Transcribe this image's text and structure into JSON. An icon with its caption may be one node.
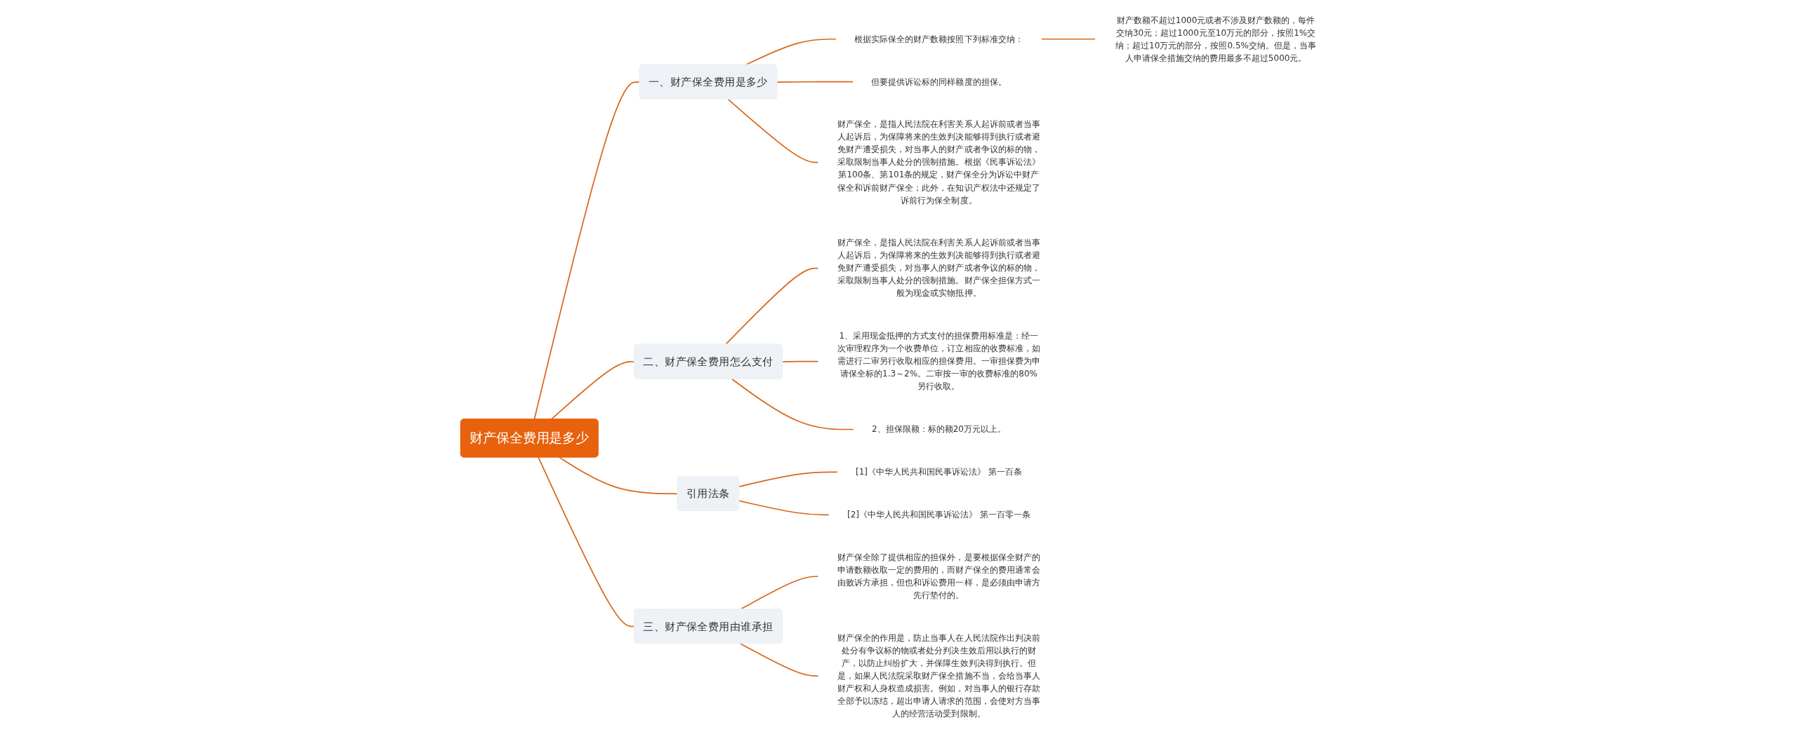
{
  "diagram": {
    "nodes": [
      {
        "text": [
          "财产保全费用是多少"
        ]
      },
      {
        "text": [
          "一、财产保全费用是多少"
        ]
      },
      {
        "text": [
          "根据实际保全的财产数额按照下列标准交纳："
        ]
      },
      {
        "text": [
          "财产数额不超过1000元或者不涉及财产数额的，每件交纳30元；超过1000元至10万元的部分，按照1%交纳；超过10万元的部分，按照0.5%交纳。但是，当事人申请保全措施交纳的费用最多不超过5000元。"
        ]
      },
      {
        "text": [
          "但要提供诉讼标的同样额度的担保。"
        ]
      },
      {
        "text": [
          "财产保全，是指人民法院在利害关系人起诉前或者当事人起诉后，为保障将来的生效判决能够得到执行或者避免财产遭受损失，对当事人的财产或者争议的标的物，采取限制当事人处分的强制措施。根据《民事诉讼法》第100条、第101条的规定，财产保全分为诉讼中财产保全和诉前财产保全；此外，在知识产权法中还规定了诉前行为保全制度。"
        ]
      },
      {
        "text": [
          "二、财产保全费用怎么支付"
        ]
      },
      {
        "text": [
          "财产保全，是指人民法院在利害关系人起诉前或者当事人起诉后，为保障将来的生效判决能够得到执行或者避免财产遭受损失，对当事人的财产或者争议的标的物，采取限制当事人处分的强制措施。财产保全担保方式一般为现金或实物抵押。"
        ]
      },
      {
        "text": [
          "1、采用现金抵押的方式支付的担保费用标准是：经一次审理程序为一个收费单位，订立相应的收费标准，如需进行二审另行收取相应的担保费用。一审担保费为申请保全标的1.3～2%。二审按一审的收费标准的80%另行收取。"
        ]
      },
      {
        "text": [
          "2、担保限额：标的额20万元以上。"
        ]
      },
      {
        "text": [
          "引用法条"
        ]
      },
      {
        "text": [
          "[1]《中华人民共和国民事诉讼法》 第一百条"
        ]
      },
      {
        "text": [
          "[2]《中华人民共和国民事诉讼法》 第一百零一条"
        ]
      },
      {
        "text": [
          "三、财产保全费用由谁承担"
        ]
      },
      {
        "text": [
          "财产保全除了提供相应的担保外，是要根据保全财产的申请数额收取一定的费用的，而财产保全的费用通常会由败诉方承担，但也和诉讼费用一样，是必须由申请方先行垫付的。"
        ]
      },
      {
        "text": [
          "财产保全的作用是，防止当事人在人民法院作出判决前处分有争议标的物或者处分判决生效后用以执行的财产，以防止纠纷扩大，并保障生效判决得到执行。但是，如果人民法院采取财产保全措施不当，会给当事人财产权和人身权造成损害。例如，对当事人的银行存款全部予以冻结，超出申请人请求的范围，会使对方当事人的经营活动受到限制。"
        ]
      }
    ],
    "edges": [
      {
        "from": 0,
        "to": 1,
        "arrow": "none"
      },
      {
        "from": 1,
        "to": 2,
        "arrow": "none"
      },
      {
        "from": 2,
        "to": 3,
        "arrow": "none"
      },
      {
        "from": 1,
        "to": 4,
        "arrow": "none"
      },
      {
        "from": 1,
        "to": 5,
        "arrow": "none"
      },
      {
        "from": 0,
        "to": 6,
        "arrow": "none"
      },
      {
        "from": 6,
        "to": 7,
        "arrow": "none"
      },
      {
        "from": 6,
        "to": 8,
        "arrow": "none"
      },
      {
        "from": 6,
        "to": 9,
        "arrow": "none"
      },
      {
        "from": 0,
        "to": 10,
        "arrow": "none"
      },
      {
        "from": 10,
        "to": 11,
        "arrow": "none"
      },
      {
        "from": 10,
        "to": 12,
        "arrow": "none"
      },
      {
        "from": 0,
        "to": 13,
        "arrow": "none"
      },
      {
        "from": 13,
        "to": 14,
        "arrow": "none"
      },
      {
        "from": 13,
        "to": 15,
        "arrow": "none"
      }
    ]
  }
}
